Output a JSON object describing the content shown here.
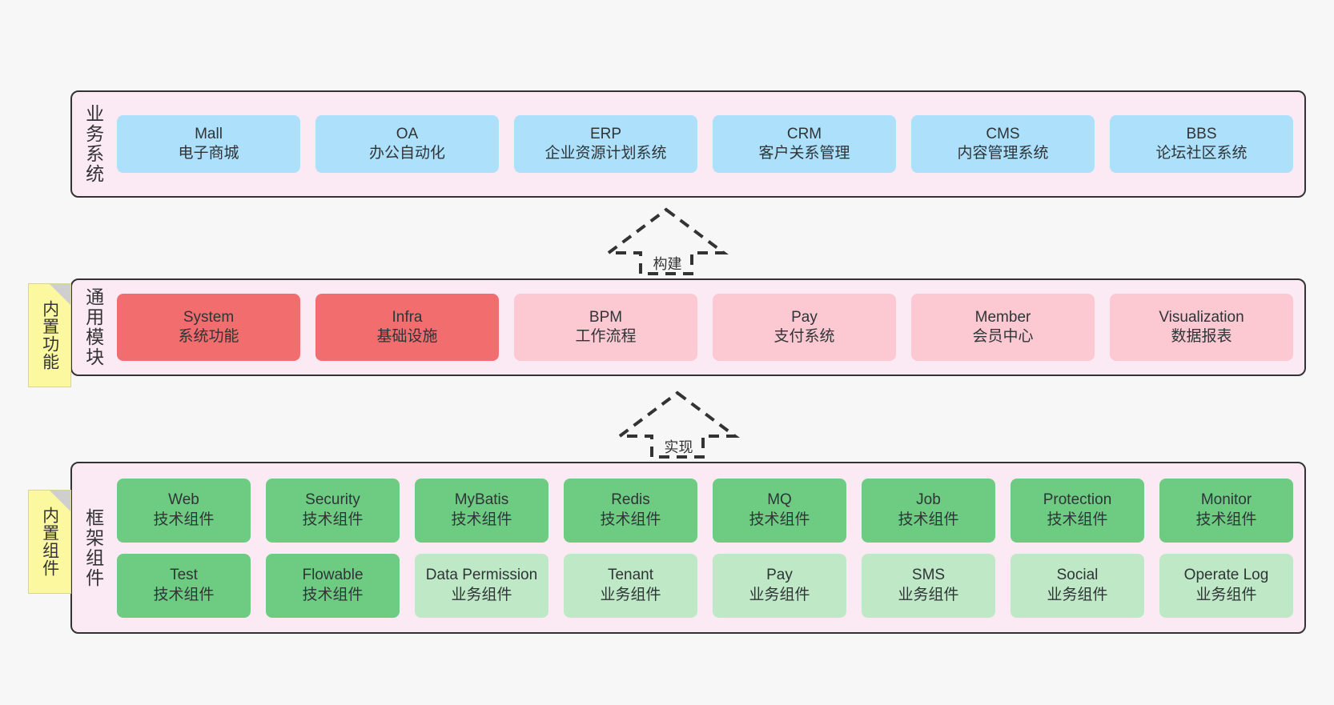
{
  "diagram": {
    "background_color": "#f7f7f7",
    "layers": [
      {
        "id": "business",
        "title": "业务系统",
        "band_color": "#fbeaf4",
        "rows": [
          {
            "nodes": [
              {
                "en": "Mall",
                "cn": "电子商城",
                "color": "#ace0fb"
              },
              {
                "en": "OA",
                "cn": "办公自动化",
                "color": "#ace0fb"
              },
              {
                "en": "ERP",
                "cn": "企业资源计划系统",
                "color": "#ace0fb"
              },
              {
                "en": "CRM",
                "cn": "客户关系管理",
                "color": "#ace0fb"
              },
              {
                "en": "CMS",
                "cn": "内容管理系统",
                "color": "#ace0fb"
              },
              {
                "en": "BBS",
                "cn": "论坛社区系统",
                "color": "#ace0fb"
              }
            ]
          }
        ]
      },
      {
        "id": "common",
        "title": "通用模块",
        "band_color": "#fbeaf4",
        "rows": [
          {
            "nodes": [
              {
                "en": "System",
                "cn": "系统功能",
                "color": "#f26d6d"
              },
              {
                "en": "Infra",
                "cn": "基础设施",
                "color": "#f26d6d"
              },
              {
                "en": "BPM",
                "cn": "工作流程",
                "color": "#fcc9d3"
              },
              {
                "en": "Pay",
                "cn": "支付系统",
                "color": "#fcc9d3"
              },
              {
                "en": "Member",
                "cn": "会员中心",
                "color": "#fcc9d3"
              },
              {
                "en": "Visualization",
                "cn": "数据报表",
                "color": "#fcc9d3"
              }
            ]
          }
        ]
      },
      {
        "id": "framework",
        "title": "框架组件",
        "band_color": "#fbeaf4",
        "rows": [
          {
            "nodes": [
              {
                "en": "Web",
                "cn": "技术组件",
                "color": "#6ecc82"
              },
              {
                "en": "Security",
                "cn": "技术组件",
                "color": "#6ecc82"
              },
              {
                "en": "MyBatis",
                "cn": "技术组件",
                "color": "#6ecc82"
              },
              {
                "en": "Redis",
                "cn": "技术组件",
                "color": "#6ecc82"
              },
              {
                "en": "MQ",
                "cn": "技术组件",
                "color": "#6ecc82"
              },
              {
                "en": "Job",
                "cn": "技术组件",
                "color": "#6ecc82"
              },
              {
                "en": "Protection",
                "cn": "技术组件",
                "color": "#6ecc82"
              },
              {
                "en": "Monitor",
                "cn": "技术组件",
                "color": "#6ecc82"
              }
            ]
          },
          {
            "nodes": [
              {
                "en": "Test",
                "cn": "技术组件",
                "color": "#6ecc82"
              },
              {
                "en": "Flowable",
                "cn": "技术组件",
                "color": "#6ecc82"
              },
              {
                "en": "Data Permission",
                "cn": "业务组件",
                "color": "#bfe9c6"
              },
              {
                "en": "Tenant",
                "cn": "业务组件",
                "color": "#bfe9c6"
              },
              {
                "en": "Pay",
                "cn": "业务组件",
                "color": "#bfe9c6"
              },
              {
                "en": "SMS",
                "cn": "业务组件",
                "color": "#bfe9c6"
              },
              {
                "en": "Social",
                "cn": "业务组件",
                "color": "#bfe9c6"
              },
              {
                "en": "Operate Log",
                "cn": "业务组件",
                "color": "#bfe9c6"
              }
            ]
          }
        ]
      }
    ],
    "tags": [
      {
        "id": "builtin-feature",
        "label": "内置功能",
        "color": "#fbf8a0"
      },
      {
        "id": "builtin-component",
        "label": "内置组件",
        "color": "#fbf8a0"
      }
    ],
    "arrows": [
      {
        "id": "build",
        "label": "构建",
        "style": "dashed-hollow",
        "direction": "up"
      },
      {
        "id": "implement",
        "label": "实现",
        "style": "dashed-hollow",
        "direction": "up"
      }
    ]
  }
}
